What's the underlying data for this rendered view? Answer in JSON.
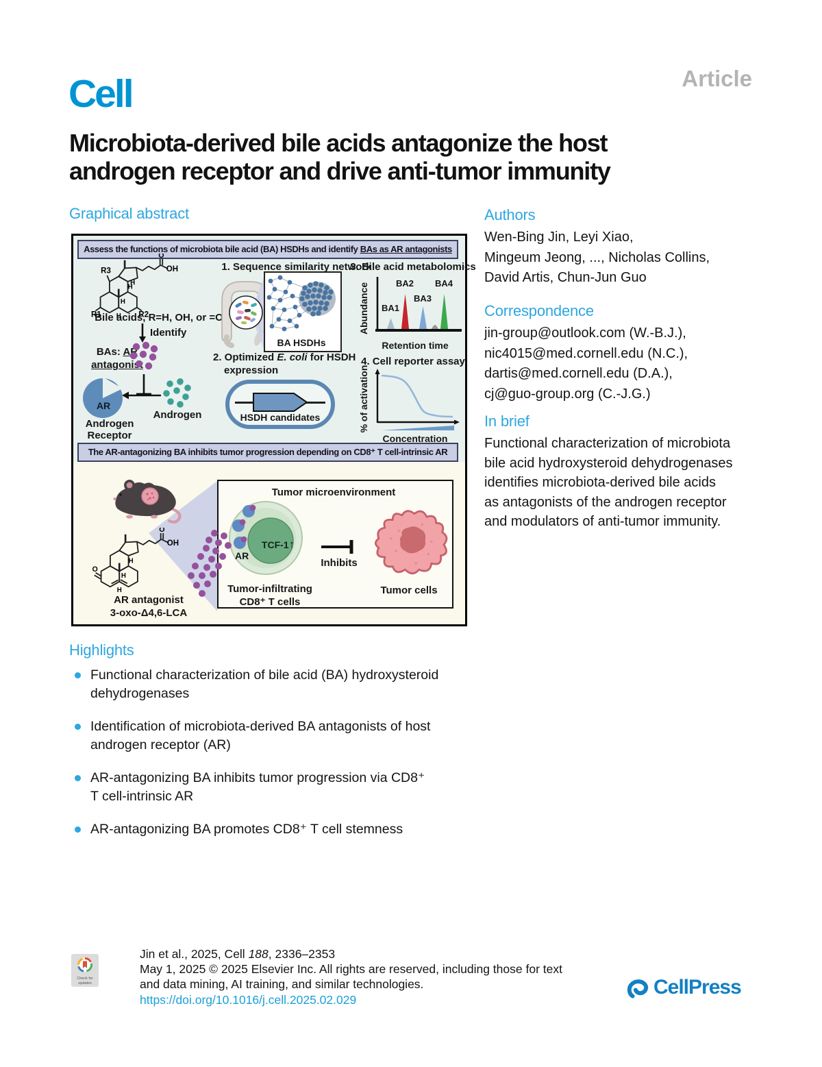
{
  "header": {
    "journal_logo": "Cell",
    "article_type": "Article",
    "title": "Microbiota-derived bile acids antagonize the host\nandrogen receptor and drive anti-tumor immunity"
  },
  "ga": {
    "heading": "Graphical abstract",
    "banner_top": {
      "pre": "Assess the functions of microbiota bile acid (BA) HSDHs and identify ",
      "underlined": "BAs as AR antagonists"
    },
    "p1": {
      "r1": "R1",
      "r2": "R2",
      "r3": "R3",
      "h": "H",
      "o": "O",
      "oh": "OH",
      "caption": "Bile acids, R=H, OH, or =O",
      "identify": "Identify",
      "bas_pre": "BAs: ",
      "bas_underlined": "AR antagonist",
      "pie_label": "AR",
      "receptor": "Androgen\nReceptor",
      "androgen": "Androgen"
    },
    "p2": {
      "step1": "1. Sequence similarity network",
      "network_label": "BA HSDHs",
      "step2_pre": "2. Optimized ",
      "step2_italic": "E. coli",
      "step2_post": " for HSDH",
      "step2_line2": "expression",
      "capsule_label": "HSDH candidates"
    },
    "p3": {
      "step3": "3. Bile acid metabolomics",
      "peaks": [
        "BA1",
        "BA2",
        "BA3",
        "BA4"
      ],
      "y1": "Abundance",
      "x1": "Retention time",
      "step4": "4. Cell reporter assay",
      "y2": "% of activation",
      "x2": "Concentration"
    },
    "banner_mid": "The AR-antagonizing BA inhibits tumor progression depending on CD8⁺ T cell-intrinsic AR",
    "p4": {
      "h": "H",
      "o": "O",
      "oh": "OH",
      "antagonist": "AR antagonist\n3-oxo-Δ4,6-LCA",
      "tme_title": "Tumor microenvironment",
      "tcf1": "TCF-1",
      "up_arrow": "↑",
      "ar": "AR",
      "til": "Tumor-infiltrating\nCD8⁺ T cells",
      "inhibits": "Inhibits",
      "tumor_cells": "Tumor cells"
    }
  },
  "highlights": {
    "heading": "Highlights",
    "items": [
      "Functional characterization of bile acid (BA) hydroxysteroid\ndehydrogenases",
      "Identification of microbiota-derived BA antagonists of host\nandrogen receptor (AR)",
      "AR-antagonizing BA inhibits tumor progression via CD8⁺\nT cell-intrinsic AR",
      "AR-antagonizing BA promotes CD8⁺ T cell stemness"
    ]
  },
  "right": {
    "authors_heading": "Authors",
    "authors": "Wen-Bing Jin, Leyi Xiao,\nMingeum Jeong, ..., Nicholas Collins,\nDavid Artis, Chun-Jun Guo",
    "correspondence_heading": "Correspondence",
    "correspondence": "jin-group@outlook.com (W.-B.J.),\nnic4015@med.cornell.edu (N.C.),\ndartis@med.cornell.edu (D.A.),\ncj@guo-group.org (C.-J.G.)",
    "in_brief_heading": "In brief",
    "in_brief": "Functional characterization of microbiota\nbile acid hydroxysteroid dehydrogenases\nidentifies microbiota-derived bile acids\nas antagonists of the androgen receptor\nand modulators of anti-tumor immunity."
  },
  "footer": {
    "check_badge": "Check for\nupdates",
    "citation_pre": "Jin et al., 2025, Cell ",
    "citation_volume": "188",
    "citation_post": ", 2336–2353",
    "rights_line1": "May 1, 2025 © 2025 Elsevier Inc. All rights are reserved, including those for text",
    "rights_line2": "and data mining, AI training, and similar technologies.",
    "doi": "https://doi.org/10.1016/j.cell.2025.02.029",
    "publisher": "CellPress"
  },
  "colors": {
    "brand_blue": "#0094d4",
    "heading_blue": "#2da7e0",
    "link_blue": "#1ba0d8",
    "cellpress_blue": "#1480c3",
    "article_gray": "#b4b4b4",
    "banner_bg": "#c9cee5",
    "panel_top_bg": "#e9f1ee",
    "panel_bottom_bg": "#fbf9ec",
    "purple_dot": "#94519c",
    "teal_dot": "#3da096",
    "steel_blue": "#5e8cba",
    "peak_red": "#c5262c",
    "peak_blue": "#7fa8d6",
    "peak_green": "#3ea94b",
    "tcell_green": "#6cab80",
    "tumor_pink": "#f2a3a7"
  }
}
